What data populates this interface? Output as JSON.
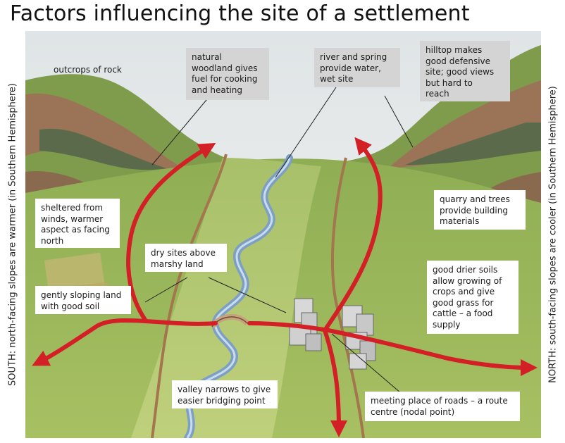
{
  "title": "Factors influencing the site of a settlement",
  "side_labels": {
    "left": "SOUTH: north-facing slopes are warmer (in Southern Hemisphere)",
    "right": "NORTH: south-facing slopes are cooler (in Southern Hemisphere)"
  },
  "labels": {
    "outcrops": "outcrops of rock",
    "woodland": "natural\nwoodland gives\nfuel for cooking\nand heating",
    "river_spring": "river and spring\nprovide water,\nwet site",
    "hilltop": "hilltop makes\ngood defensive\nsite; good views\nbut hard to\nreach",
    "sheltered": "sheltered from\nwinds, warmer\naspect as facing\nnorth",
    "quarry": "quarry and trees\nprovide building\nmaterials",
    "dry_sites": "dry sites above\nmarshy land",
    "drier_soils": "good drier soils\nallow growing of\ncrops and give\ngood grass for\ncattle – a food\nsupply",
    "gentle_slope": "gently sloping land\nwith good soil",
    "valley_narrows": "valley narrows to give\neasier bridging point",
    "meeting_place": "meeting place of roads – a route\ncentre (nodal point)"
  },
  "colors": {
    "sky": "#e9ece9",
    "land": "#9cb95a",
    "valley_floor": "#b9cc73",
    "river": "#7d9fc3",
    "road": "#d31f26",
    "rock": "#9b7458",
    "label_grey": "#d4d4d4"
  }
}
